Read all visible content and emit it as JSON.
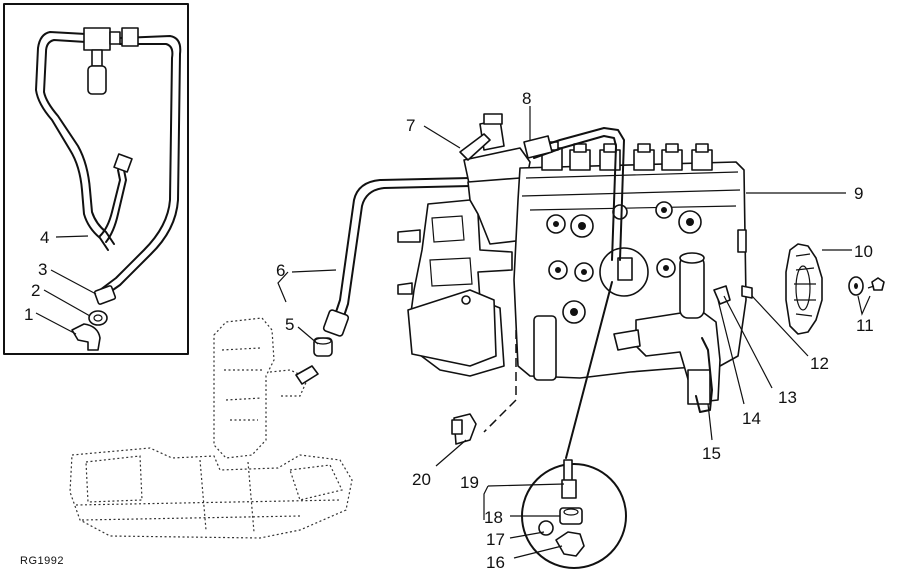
{
  "figure_code": "RG1992",
  "callouts": [
    "1",
    "2",
    "3",
    "4",
    "5",
    "6",
    "7",
    "8",
    "9",
    "10",
    "11",
    "12",
    "13",
    "14",
    "15",
    "16",
    "17",
    "18",
    "19",
    "20"
  ]
}
